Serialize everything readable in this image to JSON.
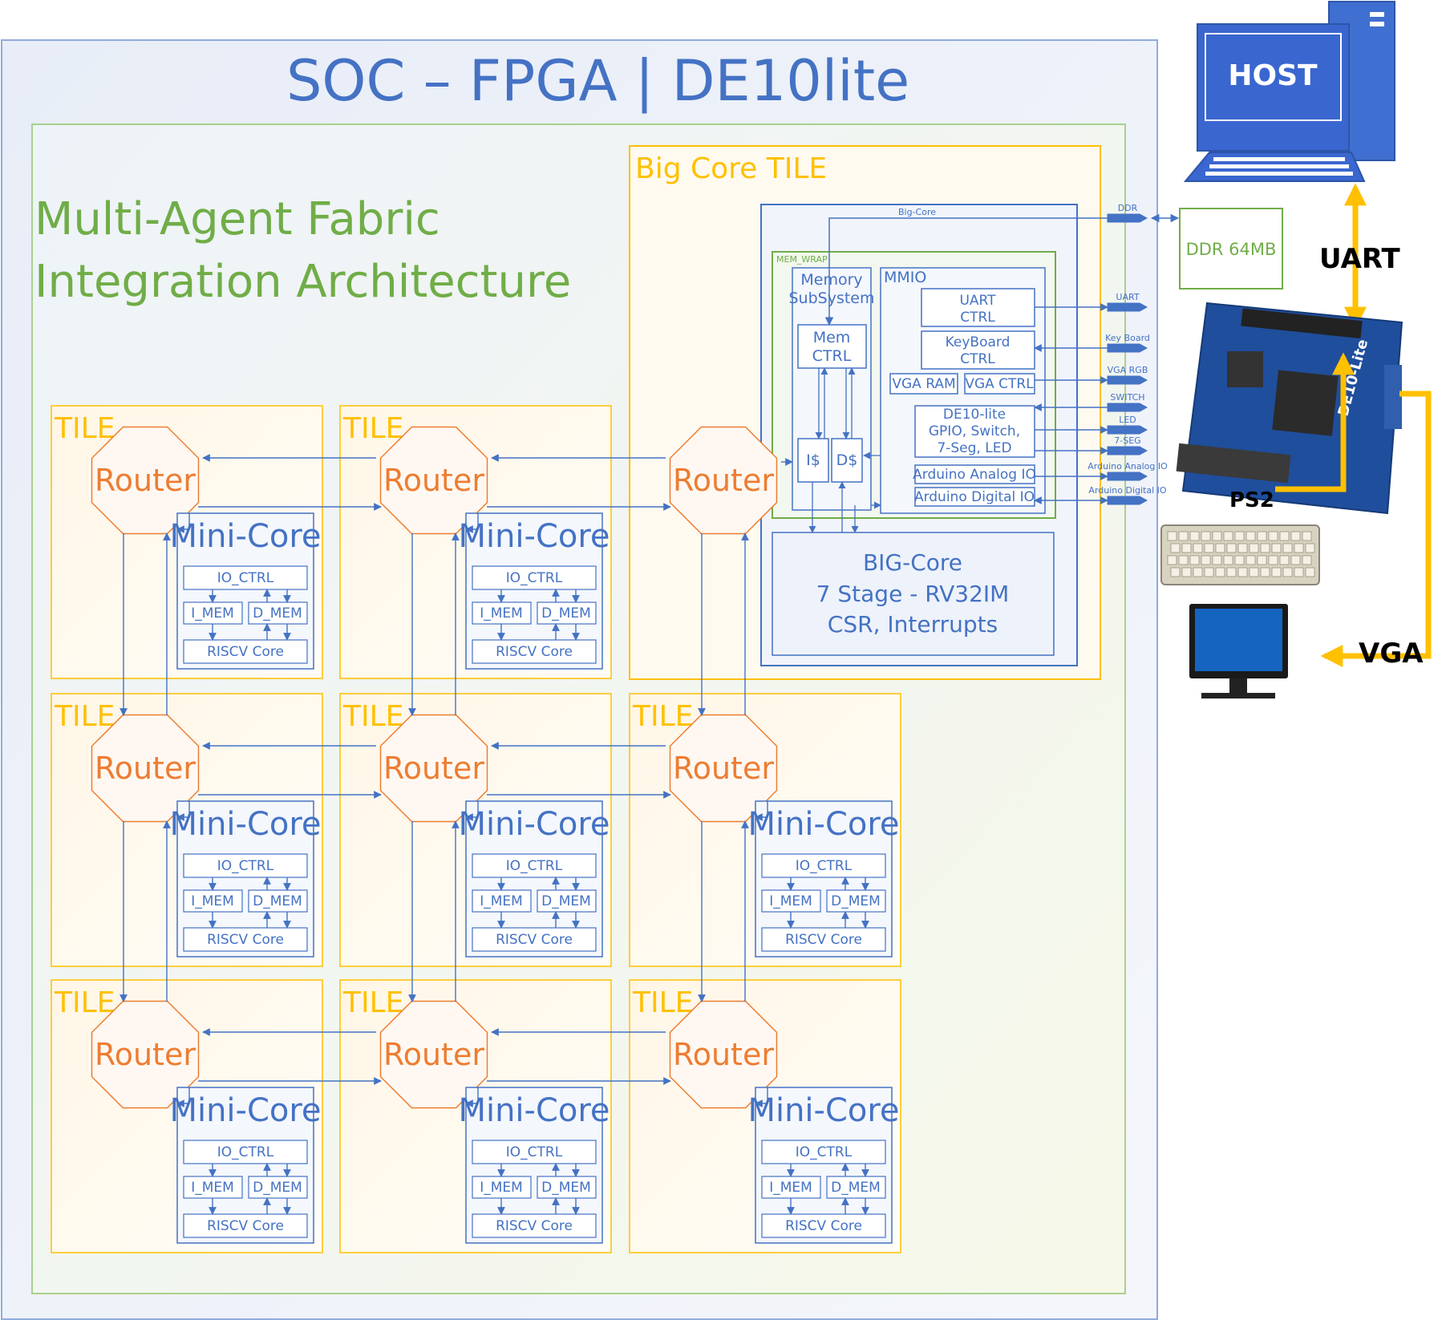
{
  "title": "SOC – FPGA | DE10lite",
  "fabric": {
    "line1": "Multi-Agent Fabric",
    "line2": "Integration Architecture"
  },
  "tile_label": "TILE",
  "router_label": "Router",
  "minicore": {
    "title": "Mini-Core",
    "io": "IO_CTRL",
    "imem": "I_MEM",
    "dmem": "D_MEM",
    "core": "RISCV Core"
  },
  "bigtile": {
    "label": "Big Core TILE",
    "bigcore_bus": "Big-Core",
    "mem_wrap": "MEM_WRAP",
    "mem_sub1": "Memory",
    "mem_sub2": "SubSystem",
    "mem_ctrl1": "Mem",
    "mem_ctrl2": "CTRL",
    "icache": "I$",
    "dcache": "D$",
    "mmio": "MMIO",
    "uart1": "UART",
    "uart2": "CTRL",
    "kb1": "KeyBoard",
    "kb2": "CTRL",
    "vga_ram": "VGA RAM",
    "vga_ctrl": "VGA CTRL",
    "gpio1": "DE10-lite",
    "gpio2": "GPIO, Switch,",
    "gpio3": "7-Seg, LED",
    "analog": "Arduino Analog IO",
    "digital": "Arduino Digital IO",
    "big1": "BIG-Core",
    "big2": "7 Stage - RV32IM",
    "big3": "CSR, Interrupts"
  },
  "ports": [
    "DDR",
    "UART",
    "Key Board",
    "VGA RGB",
    "SWITCH",
    "LED",
    "7-SEG",
    "Arduino Analog IO",
    "Arduino Digital IO"
  ],
  "external": {
    "host": "HOST",
    "ddr": "DDR 64MB",
    "uart": "UART",
    "ps2": "PS2",
    "vga": "VGA",
    "board_text": "DE10-Lite"
  },
  "colors": {
    "blue": "#4472c4",
    "green": "#70ad47",
    "orange": "#ed7d31",
    "gold": "#ffc000",
    "board": "#1f4e9c"
  }
}
